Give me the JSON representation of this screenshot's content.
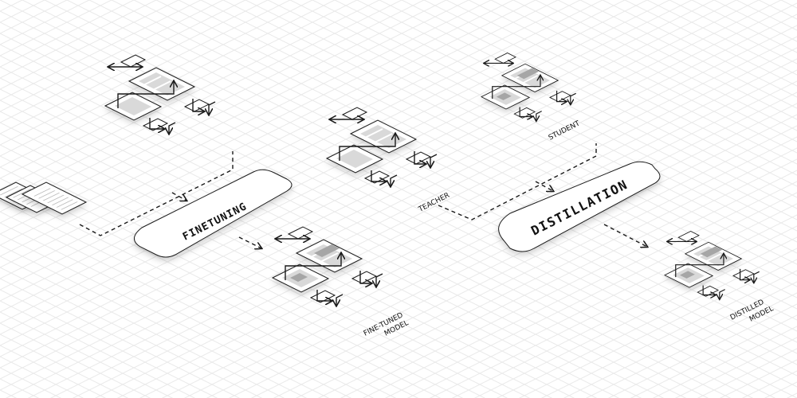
{
  "processes": {
    "finetuning": "FINETUNING",
    "distillation": "DISTILLATION"
  },
  "labels": {
    "fine_tuned_line1": "FINE-TUNED",
    "fine_tuned_line2": "MODEL",
    "teacher": "TEACHER",
    "student": "STUDENT",
    "distilled_line1": "DISTILLED",
    "distilled_line2": "MODEL"
  },
  "colors": {
    "grid": "#e8e8e8",
    "stroke": "#1a1a1a",
    "panel_fill": "#ffffff",
    "bar_light": "#d9d9d9",
    "bar_dark": "#a6a6a6",
    "doc_lines": "#8c8c8c"
  },
  "icons": [
    "arrow-icon",
    "dashed-connector-icon",
    "model-block-icon",
    "document-stack-icon"
  ]
}
